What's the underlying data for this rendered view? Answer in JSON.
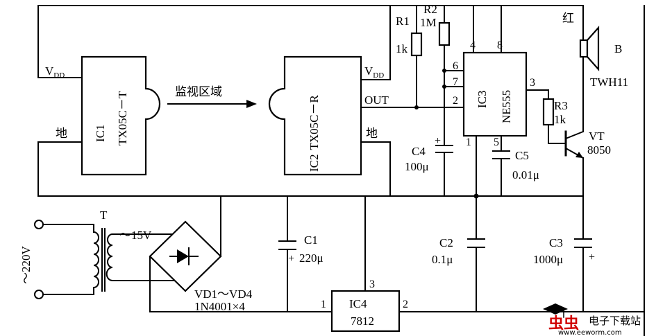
{
  "ic1": {
    "name": "IC1",
    "model": "TX05C－T",
    "vdd": "V",
    "vdd_sub": "DD",
    "gnd": "地"
  },
  "ic2": {
    "name": "IC2",
    "model": "TX05C－R",
    "vdd": "V",
    "vdd_sub": "DD",
    "out": "OUT",
    "gnd": "地"
  },
  "monitor_label": "监视区域",
  "ic3": {
    "name": "IC3",
    "model": "NE555",
    "pins": [
      "4",
      "8",
      "6",
      "7",
      "2",
      "3",
      "1",
      "5"
    ]
  },
  "ic4": {
    "name": "IC4",
    "model": "7812",
    "pins": [
      "1",
      "2",
      "3"
    ]
  },
  "r1": {
    "name": "R1",
    "value": "1k"
  },
  "r2": {
    "name": "R2",
    "value": "1M"
  },
  "r3": {
    "name": "R3",
    "value": "1k"
  },
  "c1": {
    "name": "C1",
    "value": "220μ",
    "plus": "+"
  },
  "c2": {
    "name": "C2",
    "value": "0.1μ"
  },
  "c3": {
    "name": "C3",
    "value": "1000μ",
    "plus": "+"
  },
  "c4": {
    "name": "C4",
    "value": "100μ",
    "plus": "+"
  },
  "c5": {
    "name": "C5",
    "value": "0.01μ"
  },
  "vt": {
    "name": "VT",
    "model": "8050"
  },
  "speaker": {
    "color_label": "红",
    "name": "B",
    "model": "TWH11"
  },
  "transformer": {
    "name": "T",
    "secondary": "～15V"
  },
  "mains": "～220V",
  "bridge": {
    "name": "VD1～VD4",
    "model": "1N4001×4"
  },
  "watermark": {
    "brand": "虫虫",
    "title": "电子下载站",
    "url": "www.eeworm.com"
  }
}
